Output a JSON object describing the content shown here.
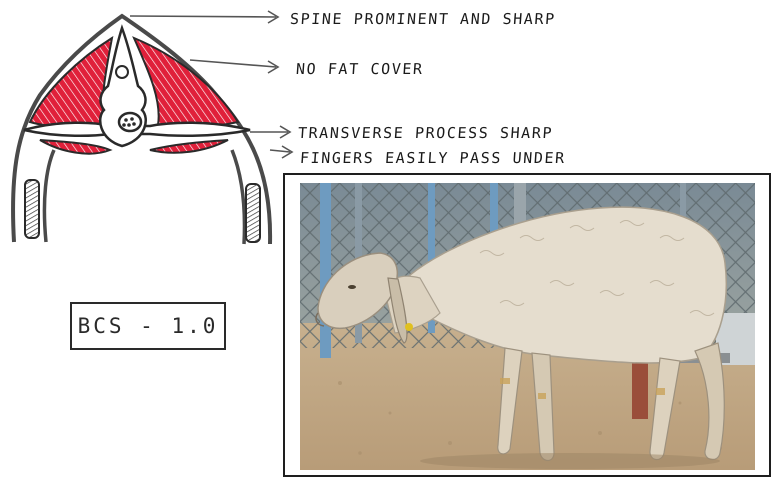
{
  "labels": {
    "spine": "SPINE PROMINENT AND SHARP",
    "fat": "NO FAT COVER",
    "transverse": "TRANSVERSE PROCESS SHARP",
    "fingers": "FINGERS EASILY PASS UNDER"
  },
  "score_box": {
    "text": "BCS - 1.0"
  },
  "colors": {
    "muscle": "#e0203a",
    "ink": "#2a2a2a",
    "ground": "#c8b090",
    "wool": "#e8e0d0"
  },
  "photo": {
    "subject": "thin sheep standing on sandy ground beside a chain-link fence"
  }
}
